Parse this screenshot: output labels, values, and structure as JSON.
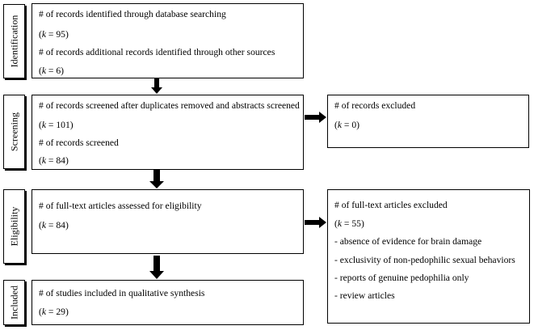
{
  "stages": {
    "identification": "Identification",
    "screening": "Screening",
    "eligibility": "Eligibility",
    "included": "Included"
  },
  "k_symbol": "k",
  "identification": {
    "line1": "# of records identified through database searching",
    "line2_val": "95",
    "line3": "# of records additional records identified through other sources",
    "line4_val": "6"
  },
  "screening": {
    "line1": "# of records screened after duplicates removed and abstracts screened",
    "line2_val": "101",
    "line3": "# of records screened",
    "line4_val": "84"
  },
  "excluded_records": {
    "line1": "# of records excluded",
    "line2_val": "0"
  },
  "eligibility": {
    "line1": "# of full-text articles assessed for eligibility",
    "line2_val": "84"
  },
  "excluded_fulltext": {
    "line1": "# of full-text articles excluded",
    "line2_val": "55",
    "reasons": [
      "- absence of evidence for brain damage",
      "- exclusivity of non-pedophilic sexual behaviors",
      "- reports of genuine pedophilia only",
      "- review articles"
    ]
  },
  "included": {
    "line1": "# of studies included in qualitative synthesis",
    "line2_val": "29"
  }
}
